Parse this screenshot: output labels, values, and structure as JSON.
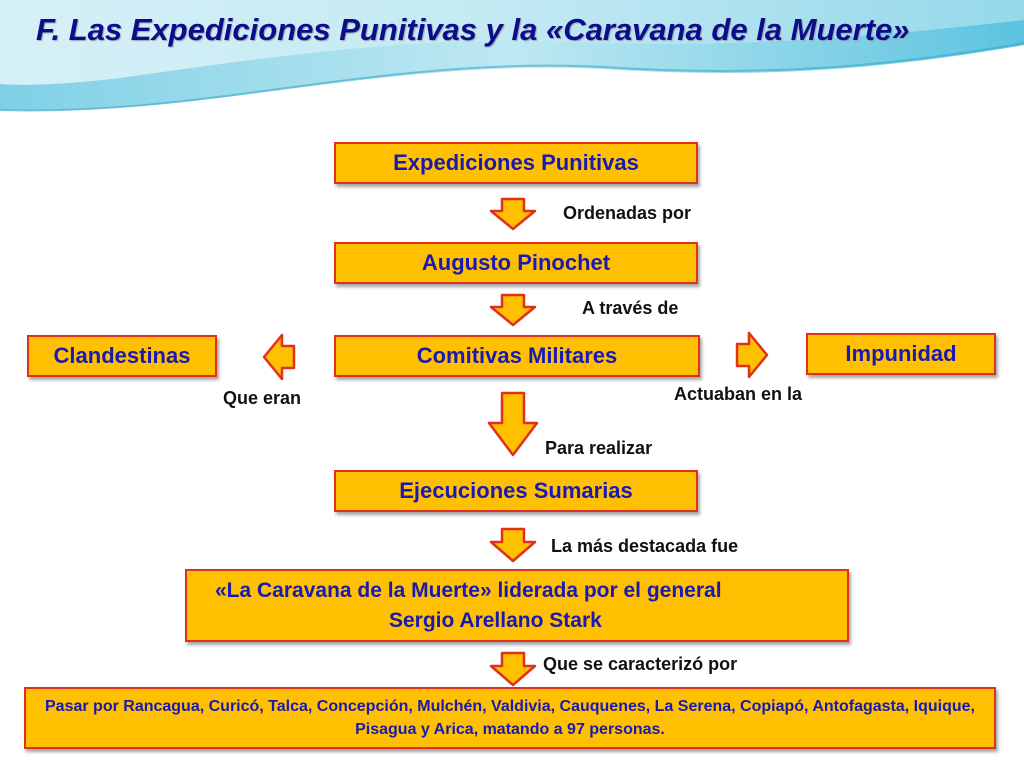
{
  "title": "F. Las Expediciones Punitivas y la «Caravana de la Muerte»",
  "colors": {
    "box_fill": "#ffc000",
    "box_border": "#e0301e",
    "box_text": "#1a1ab0",
    "title_text": "#0d0d8c",
    "arrow_fill": "#ffc000",
    "arrow_stroke": "#e0301e"
  },
  "nodes": {
    "expediciones": "Expediciones Punitivas",
    "pinochet": "Augusto Pinochet",
    "comitivas": "Comitivas Militares",
    "clandestinas": "Clandestinas",
    "impunidad": "Impunidad",
    "ejecuciones": "Ejecuciones Sumarias",
    "caravana_line1": "«La Caravana de la Muerte» liderada por el general",
    "caravana_line2": "Sergio Arellano Stark",
    "recorrido": "Pasar por Rancagua, Curicó, Talca, Concepción, Mulchén, Valdivia, Cauquenes, La Serena, Copiapó, Antofagasta, Iquique, Pisagua y Arica, matando a 97 personas."
  },
  "labels": {
    "ordenadas": "Ordenadas por",
    "a_traves": "A través de",
    "que_eran": "Que eran",
    "actuaban": "Actuaban en la",
    "para_realizar": "Para realizar",
    "mas_destacada": "La más destacada fue",
    "caracterizo": "Que se caracterizó por"
  },
  "arrows": [
    {
      "name": "arrow-to-pinochet",
      "direction": "down"
    },
    {
      "name": "arrow-to-comitivas",
      "direction": "down"
    },
    {
      "name": "arrow-to-clandestinas",
      "direction": "left"
    },
    {
      "name": "arrow-to-impunidad",
      "direction": "right"
    },
    {
      "name": "arrow-to-ejecuciones",
      "direction": "down"
    },
    {
      "name": "arrow-to-caravana",
      "direction": "down"
    },
    {
      "name": "arrow-to-recorrido",
      "direction": "down"
    }
  ]
}
